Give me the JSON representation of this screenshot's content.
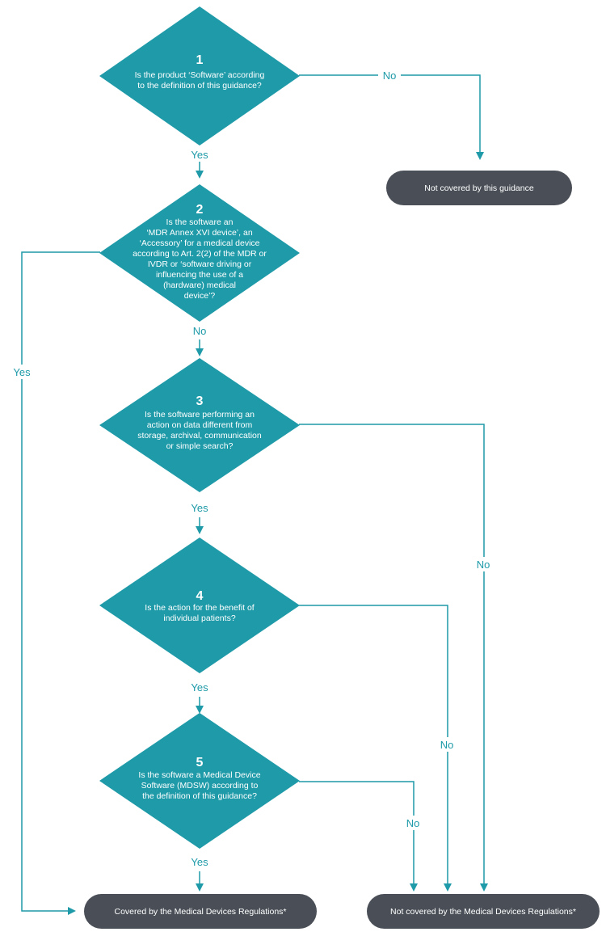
{
  "colors": {
    "diamond": "#1e9aa8",
    "terminal": "#4a4f57",
    "line": "#1e9aa8"
  },
  "nodes": [
    {
      "id": "q1",
      "number": "1",
      "lines": [
        "Is the product ‘Software’ according",
        "to the definition of this guidance?"
      ]
    },
    {
      "id": "q2",
      "number": "2",
      "lines": [
        "Is the software an",
        "‘MDR Annex XVI device’, an",
        "‘Accessory’ for a medical device",
        "according to Art. 2(2) of the MDR or",
        "IVDR or ‘software driving or",
        "influencing the use of a",
        "(hardware) medical",
        "device’?"
      ]
    },
    {
      "id": "q3",
      "number": "3",
      "lines": [
        "Is the software performing an",
        "action on data different from",
        "storage, archival, communication",
        "or simple search?"
      ]
    },
    {
      "id": "q4",
      "number": "4",
      "lines": [
        "Is the action for the benefit of",
        "individual patients?"
      ]
    },
    {
      "id": "q5",
      "number": "5",
      "lines": [
        "Is the software a Medical Device",
        "Software (MDSW) according to",
        "the definition of this guidance?"
      ]
    }
  ],
  "terminals": {
    "not_guidance": "Not covered by this guidance",
    "covered": "Covered by the Medical Devices Regulations*",
    "not_covered": "Not covered by the Medical Devices Regulations*"
  },
  "edge_labels": {
    "q1_no": "No",
    "q1_yes": "Yes",
    "q2_no": "No",
    "q2_yes": "Yes",
    "q3_yes": "Yes",
    "q3_no": "No",
    "q4_yes": "Yes",
    "q4_no": "No",
    "q5_yes": "Yes",
    "q5_no": "No"
  }
}
